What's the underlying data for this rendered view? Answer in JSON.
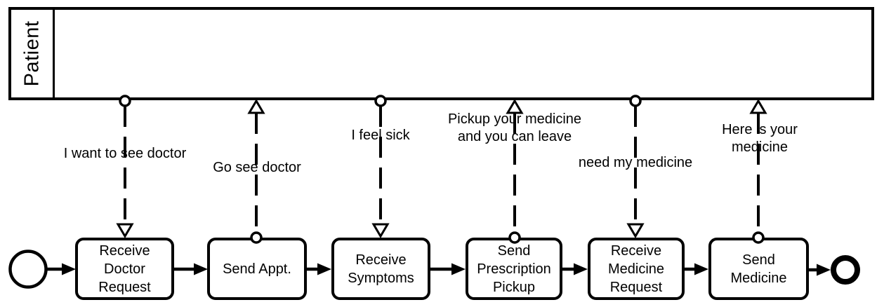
{
  "diagram_type": "BPMN collaboration diagram",
  "pool": {
    "label": "Patient"
  },
  "tasks": [
    {
      "label": "Receive\nDoctor\nRequest"
    },
    {
      "label": "Send Appt."
    },
    {
      "label": "Receive\nSymptoms"
    },
    {
      "label": "Send\nPrescription\nPickup"
    },
    {
      "label": "Receive\nMedicine\nRequest"
    },
    {
      "label": "Send\nMedicine"
    }
  ],
  "messages": [
    {
      "label": "I want to see doctor",
      "direction": "pool-to-task"
    },
    {
      "label": "Go see doctor",
      "direction": "task-to-pool"
    },
    {
      "label": "I feel sick",
      "direction": "pool-to-task"
    },
    {
      "label": "Pickup your medicine\nand you can leave",
      "direction": "task-to-pool"
    },
    {
      "label": "need my medicine",
      "direction": "pool-to-task"
    },
    {
      "label": "Here is your medicine",
      "direction": "task-to-pool"
    }
  ],
  "events": {
    "start": "start-event",
    "end": "end-event"
  },
  "colors": {
    "stroke": "#000000",
    "fill": "#ffffff"
  }
}
